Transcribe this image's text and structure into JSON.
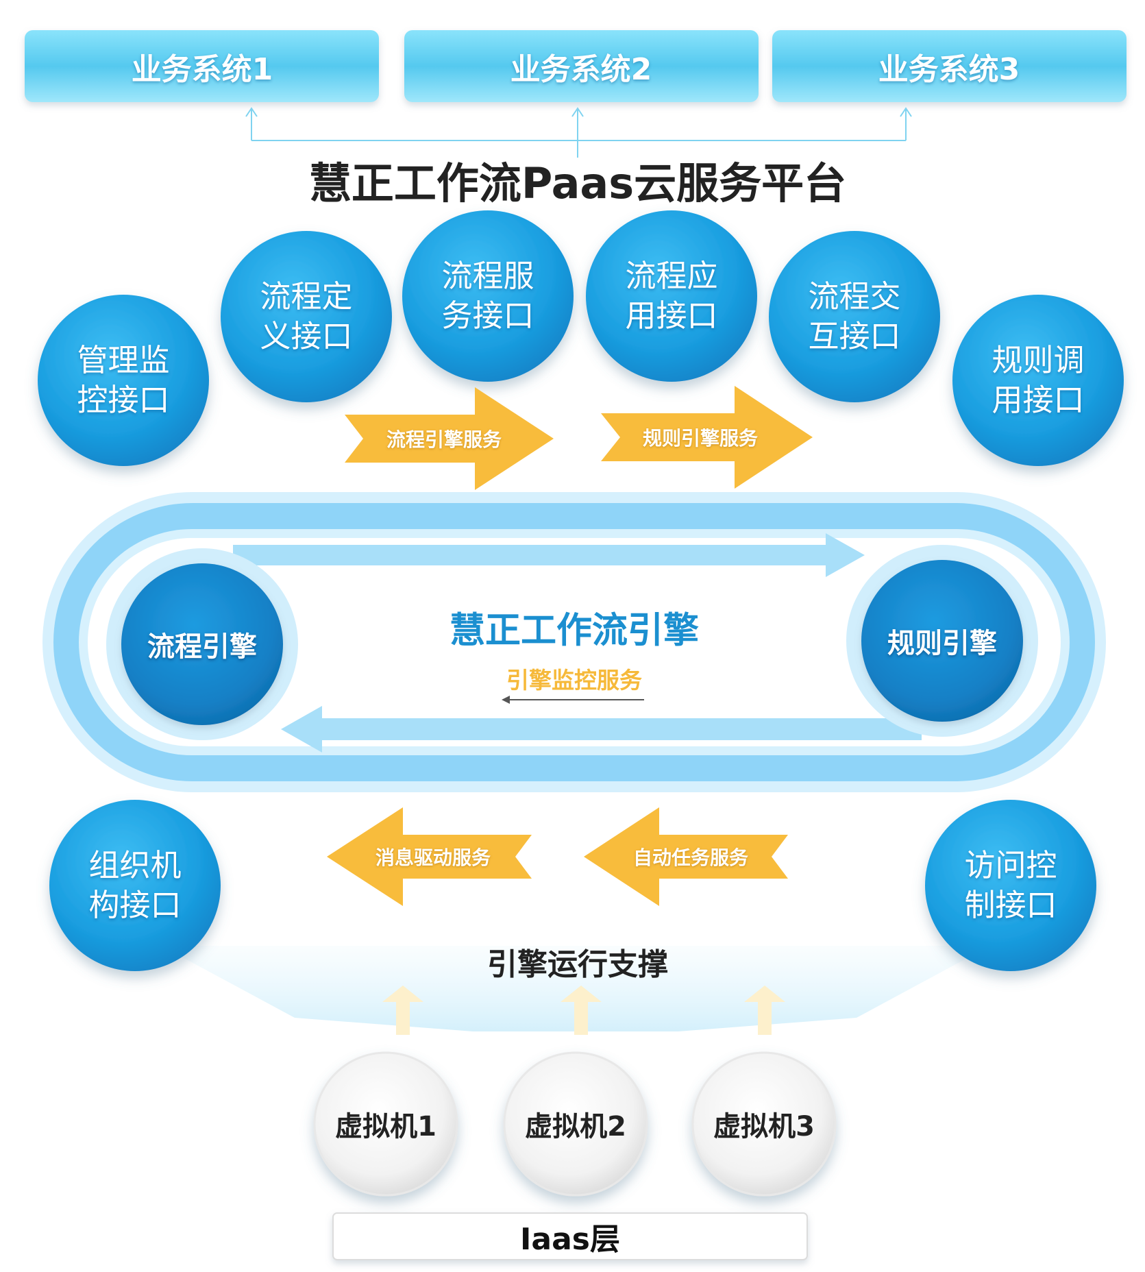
{
  "business_systems": [
    {
      "label": "业务系统1"
    },
    {
      "label": "业务系统2"
    },
    {
      "label": "业务系统3"
    }
  ],
  "platform_title": "慧正工作流Paas云服务平台",
  "interfaces": {
    "top": [
      {
        "label": "管理监\n控接口"
      },
      {
        "label": "流程定\n义接口"
      },
      {
        "label": "流程服\n务接口"
      },
      {
        "label": "流程应\n用接口"
      },
      {
        "label": "流程交\n互接口"
      },
      {
        "label": "规则调\n用接口"
      }
    ],
    "bottom": [
      {
        "label": "组织机\n构接口"
      },
      {
        "label": "访问控\n制接口"
      }
    ]
  },
  "services": {
    "right": [
      {
        "label": "流程引擎服务"
      },
      {
        "label": "规则引擎服务"
      }
    ],
    "left": [
      {
        "label": "消息驱动服务"
      },
      {
        "label": "自动任务服务"
      }
    ]
  },
  "engine": {
    "title": "慧正工作流引擎",
    "monitor_label": "引擎监控服务",
    "process_engine": "流程引擎",
    "rule_engine": "规则引擎"
  },
  "support_title": "引擎运行支撑",
  "virtual_machines": [
    {
      "label": "虚拟机1"
    },
    {
      "label": "虚拟机2"
    },
    {
      "label": "虚拟机3"
    }
  ],
  "iaas_label": "Iaas层",
  "colors": {
    "system_box": "#5fd0f3",
    "interface_circle": "#1a9ee0",
    "service_arrow": "#f8bc3c",
    "engine_ring": "#90d5f8",
    "engine_core": "#1485cc",
    "engine_title": "#1b8fd0"
  }
}
